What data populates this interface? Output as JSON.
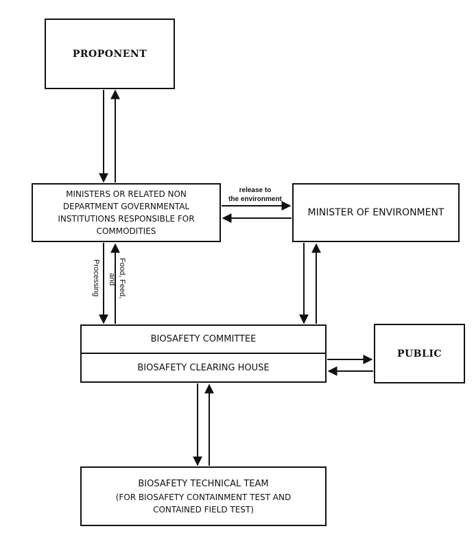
{
  "nodes": {
    "proponent": "PROPONENT",
    "ministers": [
      "MINISTERS OR RELATED NON",
      "DEPARTMENT GOVERNMENTAL",
      "INSTITUTIONS RESPONSIBLE FOR",
      "COMMODITIES"
    ],
    "minister_environment": "MINISTER OF ENVIRONMENT",
    "biosafety_committee": "BIOSAFETY COMMITTEE",
    "biosafety_clearing_house": "BIOSAFETY CLEARING HOUSE",
    "public": "PUBLIC",
    "technical_team": [
      "BIOSAFETY TECHNICAL TEAM",
      "(FOR BIOSAFETY CONTAINMENT TEST AND",
      "CONTAINED FIELD TEST)"
    ]
  },
  "edge_labels": {
    "release": [
      "release to",
      "the environment"
    ],
    "processing": "Processing",
    "food_feed": [
      "Food, Feed,",
      "and"
    ]
  }
}
